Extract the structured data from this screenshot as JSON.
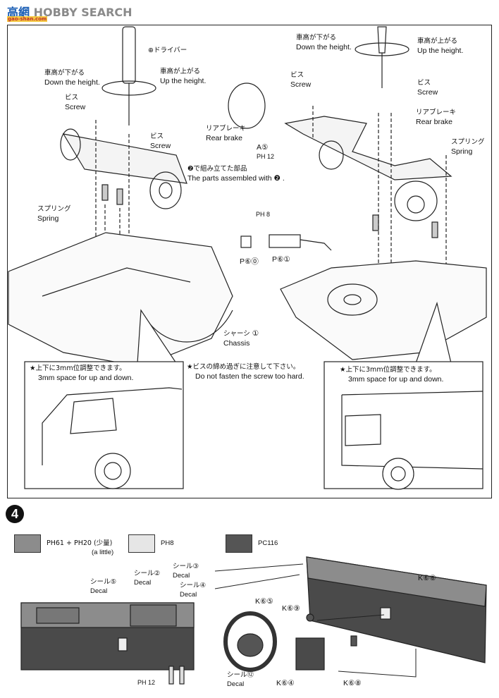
{
  "watermark": {
    "logo": "高網",
    "text": "HOBBY SEARCH",
    "sub": "gao-shan.com"
  },
  "top_section": {
    "left": {
      "driver": "⊕ドライバー",
      "down_jp": "車高が下がる",
      "down_en": "Down the height.",
      "up_jp": "車高が上がる",
      "up_en": "Up the height.",
      "screw1_jp": "ビス",
      "screw1_en": "Screw",
      "screw2_jp": "ビス",
      "screw2_en": "Screw",
      "assembled_jp": "❷で組み立てた部品",
      "assembled_en": "The parts assembled with ❷ .",
      "spring_jp": "スプリング",
      "spring_en": "Spring",
      "chassis_jp": "シャーシ",
      "chassis_en": "Chassis",
      "chassis_part": "①"
    },
    "right": {
      "down_jp": "車高が下がる",
      "down_en": "Down the height.",
      "up_jp": "車高が上がる",
      "up_en": "Up the height.",
      "screw1_jp": "ビス",
      "screw1_en": "Screw",
      "screw2_jp": "ビス",
      "screw2_en": "Screw",
      "brake1_jp": "リアブレーキ",
      "brake1_en": "Rear brake",
      "brake2_jp": "リアブレーキ",
      "brake2_en": "Rear brake",
      "spring_jp": "スプリング",
      "spring_en": "Spring",
      "part_a5": "A⑤",
      "paint_a5": "PH 12",
      "paint_exhaust": "PH 8",
      "part_p60": "P⑥⓪",
      "part_p61": "P⑥①"
    },
    "note_left_jp": "★上下に3mm位調整できます。",
    "note_left_en": "3mm space for up and down.",
    "note_center_jp": "★ビスの締め過ぎに注意して下さい。",
    "note_center_en": "Do not fasten the screw too hard.",
    "note_right_jp": "★上下に3mm位調整できます。",
    "note_right_en": "3mm space for up and down."
  },
  "step4": {
    "number": "4",
    "legend": [
      {
        "color": "#8c8c8c",
        "label": "PH61 + PH20 (少量)",
        "sub": "(a little)"
      },
      {
        "color": "#e6e6e6",
        "label": "PH8",
        "sub": ""
      },
      {
        "color": "#555555",
        "label": "PC116",
        "sub": ""
      }
    ],
    "inset": {
      "decal5": [
        "シール⑤",
        "Decal"
      ],
      "decal2": [
        "シール②",
        "Decal"
      ],
      "decal3": [
        "シール③",
        "Decal"
      ],
      "decal4": [
        "シール④",
        "Decal"
      ],
      "paint": "PH 12"
    },
    "parts": {
      "k66": "K⑥⑥",
      "k65": "K⑥⑤",
      "k69": "K⑥⑨",
      "k64": "K⑥④",
      "k68": "K⑥⑧",
      "decal12_jp": "シール⑫",
      "decal12_en": "Decal"
    }
  }
}
